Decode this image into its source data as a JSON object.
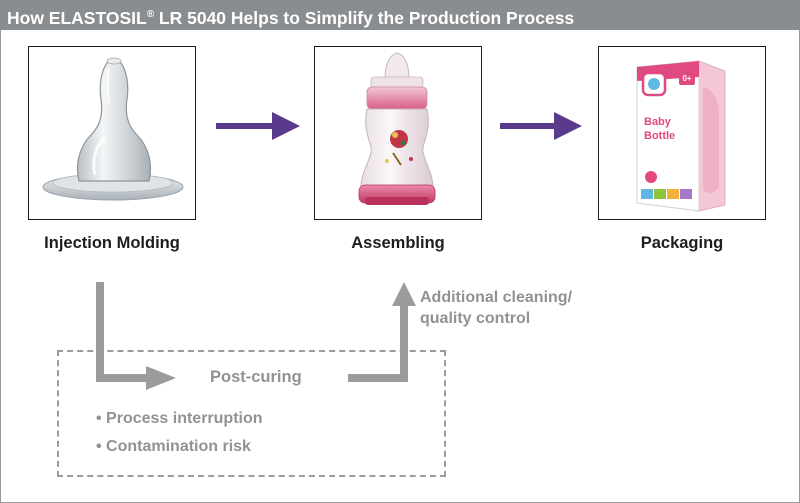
{
  "header": {
    "title_prefix": "How ELASTOSIL",
    "title_reg": "®",
    "title_suffix": " LR 5040 Helps to Simplify the Production Process"
  },
  "stages": [
    {
      "label": "Injection Molding",
      "image": "silicone-nipple"
    },
    {
      "label": "Assembling",
      "image": "baby-bottle"
    },
    {
      "label": "Packaging",
      "image": "bottle-box"
    }
  ],
  "package": {
    "line1": "Baby",
    "line2": "Bottle",
    "badge": "0+"
  },
  "side_process": {
    "label": "Post-curing",
    "drawbacks": [
      "Process interruption",
      "Contamination risk"
    ],
    "cleaning_line1": "Additional cleaning/",
    "cleaning_line2": "quality control"
  },
  "colors": {
    "header_bg": "#8a8d90",
    "flow_arrow": "#5a3a8a",
    "side_arrow": "#9a9c9e",
    "grey_text": "#8f9396",
    "bottle_pink": "#d7557f"
  }
}
